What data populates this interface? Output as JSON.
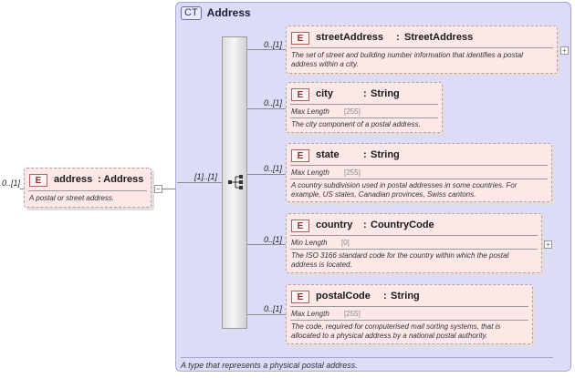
{
  "root": {
    "occurs": "0..[1]",
    "badge": "E",
    "name": "address",
    "type": ": Address",
    "description": "A postal or street address.",
    "collapse": "−"
  },
  "complex_type": {
    "badge": "CT",
    "name": "Address",
    "description": "A type that represents a physical postal address."
  },
  "sequence": {
    "occurs": "[1]..[1]",
    "icon": "sequence-icon"
  },
  "children": [
    {
      "occurs": "0..[1]",
      "badge": "E",
      "name": "streetAddress",
      "colon": ":",
      "type": "StreetAddress",
      "description_lines": [
        "The set of street and building number information that identifies a postal",
        "address within a city."
      ],
      "expand": "+"
    },
    {
      "occurs": "0..[1]",
      "badge": "E",
      "name": "city",
      "colon": ":",
      "type": "String",
      "facet_name": "Max Length",
      "facet_value": "[255]",
      "description_lines": [
        "The city component of a postal address."
      ]
    },
    {
      "occurs": "0..[1]",
      "badge": "E",
      "name": "state",
      "colon": ":",
      "type": "String",
      "facet_name": "Max Length",
      "facet_value": "[255]",
      "description_lines": [
        "A country subdivision used in postal addresses in some countries. For",
        "example, US states, Canadian provinces, Swiss cantons."
      ]
    },
    {
      "occurs": "0..[1]",
      "badge": "E",
      "name": "country",
      "colon": ":",
      "type": "CountryCode",
      "facet_name": "Min Length",
      "facet_value": "[0]",
      "description_lines": [
        "The ISO 3166 standard code for the country within which the postal",
        "address is located."
      ],
      "expand": "+"
    },
    {
      "occurs": "0..[1]",
      "badge": "E",
      "name": "postalCode",
      "colon": ":",
      "type": "String",
      "facet_name": "Max Length",
      "facet_value": "[255]",
      "description_lines": [
        "The code, required for computerised mail sorting systems, that is",
        "allocated to a physical address by a national postal authority."
      ]
    }
  ]
}
